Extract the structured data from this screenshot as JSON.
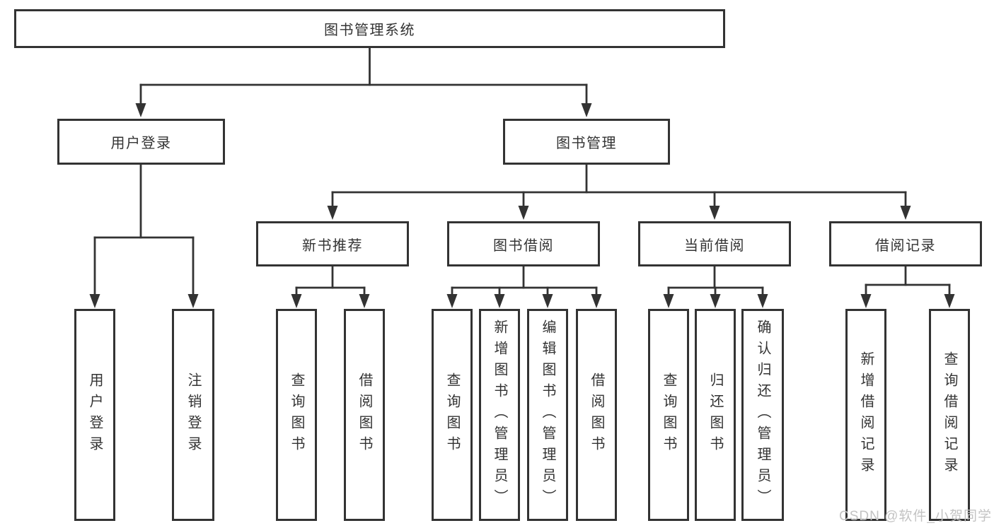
{
  "diagram": {
    "root": {
      "label": "图书管理系统"
    },
    "children": [
      {
        "label": "用户登录",
        "children": [
          {
            "label": "用户登录"
          },
          {
            "label": "注销登录"
          }
        ]
      },
      {
        "label": "图书管理",
        "children": [
          {
            "label": "新书推荐",
            "children": [
              {
                "label": "查询图书"
              },
              {
                "label": "借阅图书"
              }
            ]
          },
          {
            "label": "图书借阅",
            "children": [
              {
                "label": "查询图书"
              },
              {
                "label": "新增图书（管理员）"
              },
              {
                "label": "编辑图书（管理员）"
              },
              {
                "label": "借阅图书"
              }
            ]
          },
          {
            "label": "当前借阅",
            "children": [
              {
                "label": "查询图书"
              },
              {
                "label": "归还图书"
              },
              {
                "label": "确认归还（管理员）"
              }
            ]
          },
          {
            "label": "借阅记录",
            "children": [
              {
                "label": "新增借阅记录"
              },
              {
                "label": "查询借阅记录"
              }
            ]
          }
        ]
      }
    ]
  },
  "watermark": {
    "text": "CSDN @软件_小贺同学"
  },
  "colors": {
    "line": "#333333",
    "border": "#333333",
    "text": "#333333",
    "watermark": "#c3c3c3",
    "background": "#ffffff"
  }
}
